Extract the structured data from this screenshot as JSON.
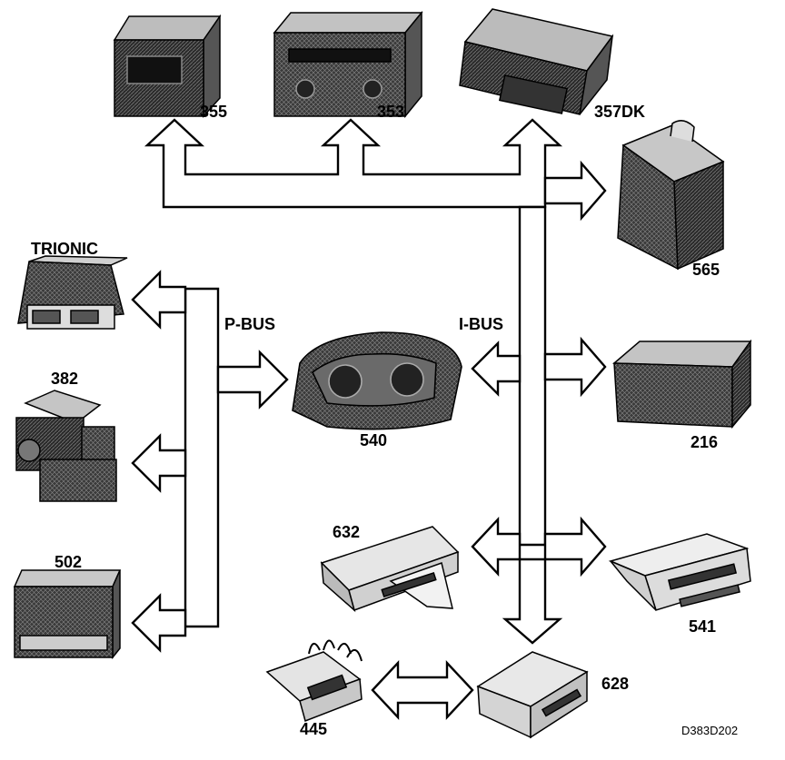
{
  "diagram": {
    "buses": {
      "p_bus": "P-BUS",
      "i_bus": "I-BUS"
    },
    "modules": {
      "m355": "355",
      "m353": "353",
      "m357dk": "357DK",
      "m565": "565",
      "trionic": "TRIONIC",
      "m382": "382",
      "m540": "540",
      "m216": "216",
      "m502": "502",
      "m632": "632",
      "m541": "541",
      "m628": "628",
      "m445": "445"
    },
    "reference_code": "D383D202"
  }
}
